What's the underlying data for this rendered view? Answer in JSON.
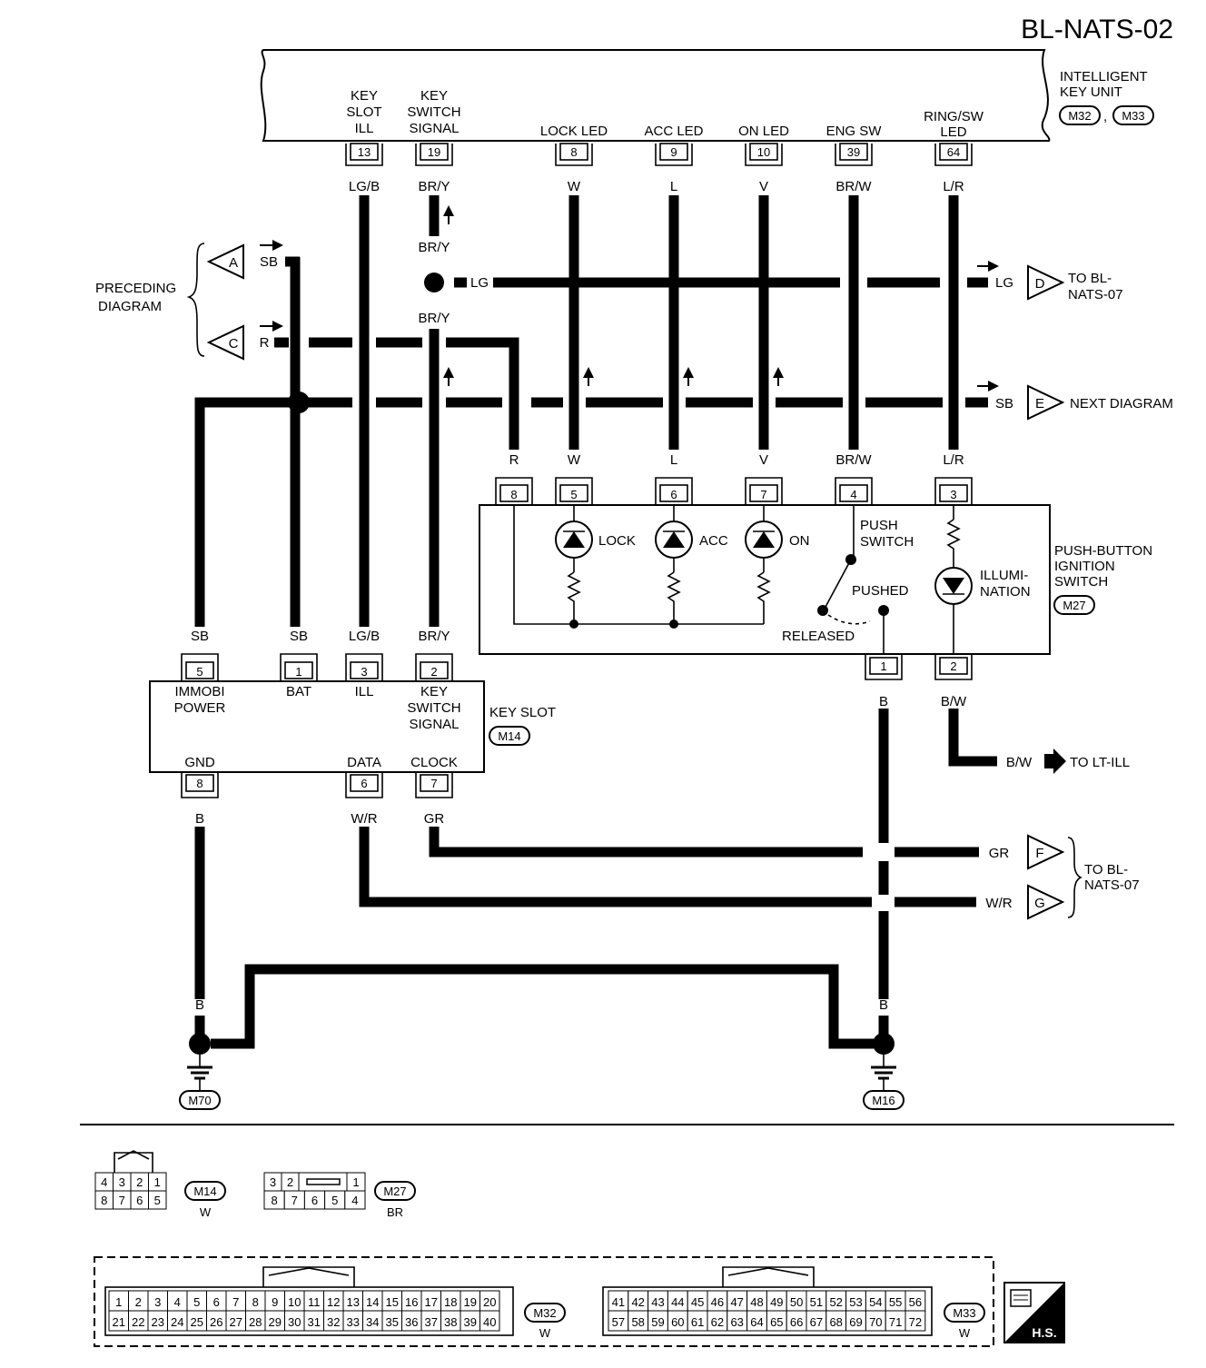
{
  "title": "BL-NATS-02",
  "components": {
    "ikey": {
      "label1": "INTELLIGENT",
      "label2": "KEY UNIT",
      "conn1": "M32",
      "sep": ",",
      "conn2": "M33"
    },
    "pbsw": {
      "label1": "PUSH-BUTTON",
      "label2": "IGNITION",
      "label3": "SWITCH",
      "conn": "M27"
    },
    "keyslot": {
      "label": "KEY SLOT",
      "conn": "M14"
    }
  },
  "ikey_pins": [
    {
      "name_lines": [
        "KEY",
        "SLOT",
        "ILL"
      ],
      "pin": "13",
      "wire": "LG/B"
    },
    {
      "name_lines": [
        "KEY",
        "SWITCH",
        "SIGNAL"
      ],
      "pin": "19",
      "wire": "BR/Y"
    },
    {
      "name_lines": [
        "LOCK LED"
      ],
      "pin": "8",
      "wire": "W"
    },
    {
      "name_lines": [
        "ACC LED"
      ],
      "pin": "9",
      "wire": "L"
    },
    {
      "name_lines": [
        "ON LED"
      ],
      "pin": "10",
      "wire": "V"
    },
    {
      "name_lines": [
        "ENG SW"
      ],
      "pin": "39",
      "wire": "BR/W"
    },
    {
      "name_lines": [
        "RING/SW",
        "LED"
      ],
      "pin": "64",
      "wire": "L/R"
    }
  ],
  "pb_top_pins": [
    {
      "pin": "8",
      "wire": "R"
    },
    {
      "pin": "5",
      "wire": "W"
    },
    {
      "pin": "6",
      "wire": "L"
    },
    {
      "pin": "7",
      "wire": "V"
    },
    {
      "pin": "4",
      "wire": "BR/W"
    },
    {
      "pin": "3",
      "wire": "L/R"
    }
  ],
  "pb_bottom_pins": [
    {
      "pin": "1",
      "wire": "B"
    },
    {
      "pin": "2",
      "wire": "B/W"
    }
  ],
  "pb_internal": {
    "lock": "LOCK",
    "acc": "ACC",
    "on": "ON",
    "push1": "PUSH",
    "push2": "SWITCH",
    "pushed": "PUSHED",
    "released": "RELEASED",
    "illum1": "ILLUMI-",
    "illum2": "NATION"
  },
  "ks_top_pins": [
    {
      "pin": "5",
      "wire": "SB",
      "name_lines": [
        "IMMOBI",
        "POWER"
      ]
    },
    {
      "pin": "1",
      "wire": "SB",
      "name_lines": [
        "BAT"
      ]
    },
    {
      "pin": "3",
      "wire": "LG/B",
      "name_lines": [
        "ILL"
      ]
    },
    {
      "pin": "2",
      "wire": "BR/Y",
      "name_lines": [
        "KEY",
        "SWITCH",
        "SIGNAL"
      ]
    }
  ],
  "ks_bottom_pins": [
    {
      "pin": "8",
      "wire": "B",
      "name": "GND"
    },
    {
      "pin": "6",
      "wire": "W/R",
      "name": "DATA"
    },
    {
      "pin": "7",
      "wire": "GR",
      "name": "CLOCK"
    }
  ],
  "wire_labels": {
    "bry_mid1": "BR/Y",
    "bry_mid2": "BR/Y",
    "lg_mid": "LG",
    "sb_a": "SB",
    "r_c": "R",
    "lg_right": "LG",
    "sb_right": "SB",
    "bw_out": "B/W",
    "gr_right": "GR",
    "wr_right": "W/R",
    "b_m70a": "B",
    "b_m70b": "B",
    "b_m16a": "B",
    "b_m16b": "B"
  },
  "offpage": {
    "a": "A",
    "c": "C",
    "d": "D",
    "e": "E",
    "f": "F",
    "g": "G",
    "preceding1": "PRECEDING",
    "preceding2": "DIAGRAM",
    "to_bl1": "TO BL-",
    "to_bl2": "NATS-07",
    "next": "NEXT DIAGRAM",
    "to_lt": "TO LT-ILL",
    "to_bl_fg1": "TO BL-",
    "to_bl_fg2": "NATS-07"
  },
  "grounds": {
    "g1": "M70",
    "g2": "M16"
  },
  "connector_views": {
    "m14": {
      "name": "M14",
      "color": "W",
      "top": [
        "4",
        "3",
        "2",
        "1"
      ],
      "bottom": [
        "8",
        "7",
        "6",
        "5"
      ]
    },
    "m27": {
      "name": "M27",
      "color": "BR",
      "top": [
        "3",
        "2",
        "1"
      ],
      "bottom": [
        "8",
        "7",
        "6",
        "5",
        "4"
      ]
    },
    "m32": {
      "name": "M32",
      "color": "W",
      "top": [
        "1",
        "2",
        "3",
        "4",
        "5",
        "6",
        "7",
        "8",
        "9",
        "10",
        "11",
        "12",
        "13",
        "14",
        "15",
        "16",
        "17",
        "18",
        "19",
        "20"
      ],
      "bottom": [
        "21",
        "22",
        "23",
        "24",
        "25",
        "26",
        "27",
        "28",
        "29",
        "30",
        "31",
        "32",
        "33",
        "34",
        "35",
        "36",
        "37",
        "38",
        "39",
        "40"
      ]
    },
    "m33": {
      "name": "M33",
      "color": "W",
      "top": [
        "41",
        "42",
        "43",
        "44",
        "45",
        "46",
        "47",
        "48",
        "49",
        "50",
        "51",
        "52",
        "53",
        "54",
        "55",
        "56"
      ],
      "bottom": [
        "57",
        "58",
        "59",
        "60",
        "61",
        "62",
        "63",
        "64",
        "65",
        "66",
        "67",
        "68",
        "69",
        "70",
        "71",
        "72"
      ]
    },
    "hs": "H.S."
  }
}
